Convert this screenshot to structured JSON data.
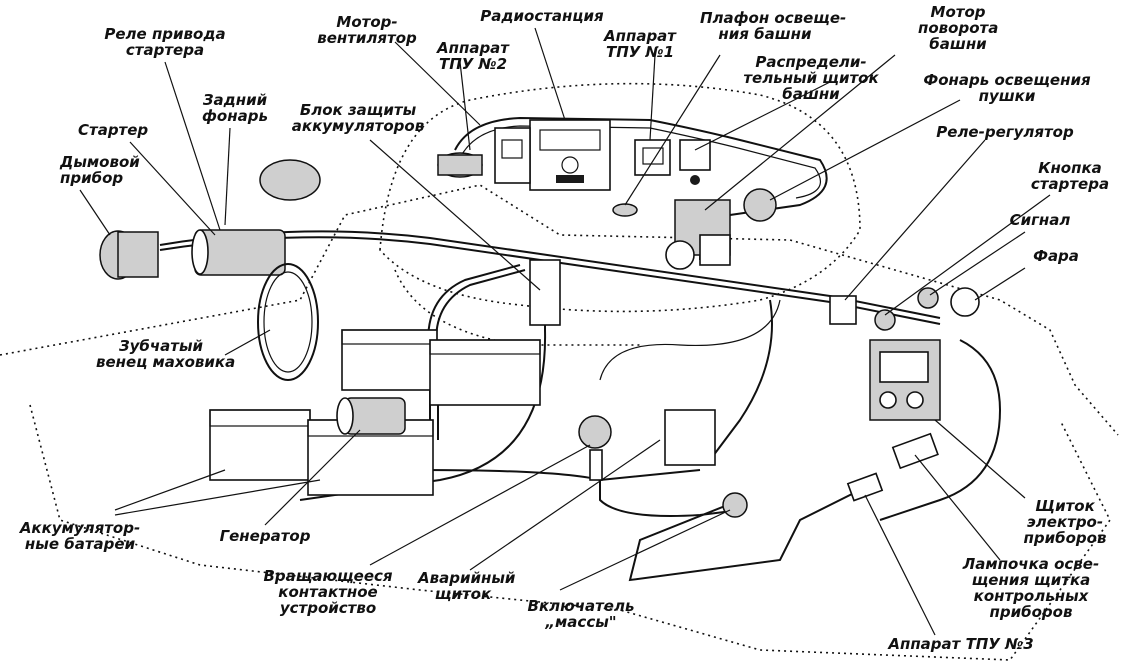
{
  "labels": {
    "rele_privoda": "Реле привода\nстартера",
    "motor_ventilyator": "Мотор-\nвентилятор",
    "radiostanciya": "Радиостанция",
    "tpu2": "Аппарат\nТПУ №2",
    "tpu1": "Аппарат\nТПУ №1",
    "plafon": "Плафон освеще-\nния башни",
    "motor_povorota": "Мотор\nповорота\nбашни",
    "raspred_shitok": "Распредели-\nтельный щиток\nбашни",
    "fonar_pushki": "Фонарь освещения\nпушки",
    "zadniy_fonar": "Задний\nфонарь",
    "blok_zashity": "Блок защиты\nаккумуляторов",
    "starter": "Стартер",
    "rele_regulyator": "Реле-регулятор",
    "dymovoy": "Дымовой\nприбор",
    "knopka_startera": "Кнопка\nстартера",
    "signal": "Сигнал",
    "fara": "Фара",
    "zubchatyy_venec": "Зубчатый\nвенец маховика",
    "akkum_batarei": "Аккумулятор-\nные батареи",
    "generator": "Генератор",
    "vrash_ustroystvo": "Вращающееся\nконтактное\nустройство",
    "avariyny_shitok": "Аварийный\nщиток",
    "vklyuchatel_massy": "Включатель\n„массы\"",
    "shitok_elektropriborov": "Щиток\nэлектро-\nприборов",
    "lampochka": "Лампочка осве-\nщения щитка\nконтрольных\nприборов",
    "tpu3": "Аппарат ТПУ №3"
  }
}
